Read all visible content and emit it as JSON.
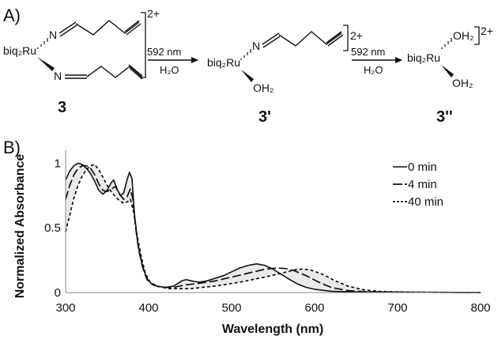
{
  "panel_a": {
    "label": "A)",
    "compounds": [
      {
        "id": "3",
        "metal": "biq₂Ru",
        "charge": "2+"
      },
      {
        "id": "3'",
        "metal": "biq₂Ru",
        "charge": "2+",
        "ligand": "OH₂"
      },
      {
        "id": "3''",
        "metal": "biq₂Ru",
        "charge": "2+",
        "ligands": [
          "OH₂",
          "OH₂"
        ]
      }
    ],
    "nitrogen_label": "N",
    "reactions": [
      {
        "wavelength": "592 nm",
        "reagent": "H₂O"
      },
      {
        "wavelength": "592 nm",
        "reagent": "H₂O"
      }
    ]
  },
  "panel_b": {
    "label": "B)"
  },
  "chart_data": {
    "type": "line",
    "xlabel": "Wavelength (nm)",
    "ylabel": "Normalized Absorbance",
    "xlim": [
      300,
      800
    ],
    "ylim": [
      0,
      1.1
    ],
    "x_ticks": [
      300,
      400,
      500,
      600,
      700,
      800
    ],
    "y_ticks": [
      {
        "value": 0,
        "label": "0"
      },
      {
        "value": 0.5,
        "label": "0.5"
      },
      {
        "value": 1,
        "label": "1"
      }
    ],
    "grid": false,
    "legend": "top-right",
    "series": [
      {
        "name": "0 min",
        "style": "solid",
        "points": [
          [
            300,
            0.87
          ],
          [
            305,
            0.94
          ],
          [
            310,
            0.98
          ],
          [
            315,
            1.0
          ],
          [
            320,
            0.99
          ],
          [
            325,
            0.96
          ],
          [
            330,
            0.92
          ],
          [
            335,
            0.86
          ],
          [
            340,
            0.79
          ],
          [
            345,
            0.76
          ],
          [
            350,
            0.79
          ],
          [
            355,
            0.85
          ],
          [
            358,
            0.87
          ],
          [
            362,
            0.8
          ],
          [
            366,
            0.75
          ],
          [
            370,
            0.77
          ],
          [
            374,
            0.87
          ],
          [
            377,
            0.93
          ],
          [
            380,
            0.88
          ],
          [
            383,
            0.6
          ],
          [
            387,
            0.38
          ],
          [
            392,
            0.22
          ],
          [
            397,
            0.12
          ],
          [
            403,
            0.07
          ],
          [
            410,
            0.05
          ],
          [
            420,
            0.04
          ],
          [
            430,
            0.05
          ],
          [
            440,
            0.09
          ],
          [
            445,
            0.1
          ],
          [
            452,
            0.09
          ],
          [
            460,
            0.08
          ],
          [
            470,
            0.09
          ],
          [
            480,
            0.11
          ],
          [
            490,
            0.13
          ],
          [
            500,
            0.16
          ],
          [
            510,
            0.19
          ],
          [
            520,
            0.21
          ],
          [
            530,
            0.222
          ],
          [
            540,
            0.21
          ],
          [
            550,
            0.18
          ],
          [
            560,
            0.14
          ],
          [
            570,
            0.1
          ],
          [
            580,
            0.065
          ],
          [
            590,
            0.04
          ],
          [
            600,
            0.025
          ],
          [
            620,
            0.01
          ],
          [
            650,
            0.005
          ],
          [
            700,
            0.003
          ],
          [
            800,
            0.0
          ]
        ]
      },
      {
        "name": "4 min",
        "style": "long-dash",
        "points": [
          [
            300,
            0.72
          ],
          [
            305,
            0.83
          ],
          [
            310,
            0.91
          ],
          [
            315,
            0.96
          ],
          [
            320,
            0.98
          ],
          [
            325,
            0.98
          ],
          [
            330,
            0.96
          ],
          [
            335,
            0.91
          ],
          [
            340,
            0.84
          ],
          [
            345,
            0.79
          ],
          [
            350,
            0.78
          ],
          [
            355,
            0.8
          ],
          [
            360,
            0.82
          ],
          [
            365,
            0.76
          ],
          [
            370,
            0.72
          ],
          [
            374,
            0.74
          ],
          [
            378,
            0.8
          ],
          [
            381,
            0.72
          ],
          [
            384,
            0.52
          ],
          [
            388,
            0.33
          ],
          [
            393,
            0.19
          ],
          [
            398,
            0.1
          ],
          [
            405,
            0.06
          ],
          [
            415,
            0.04
          ],
          [
            430,
            0.04
          ],
          [
            445,
            0.06
          ],
          [
            460,
            0.07
          ],
          [
            480,
            0.09
          ],
          [
            500,
            0.12
          ],
          [
            520,
            0.15
          ],
          [
            540,
            0.18
          ],
          [
            555,
            0.19
          ],
          [
            565,
            0.185
          ],
          [
            575,
            0.17
          ],
          [
            590,
            0.13
          ],
          [
            605,
            0.08
          ],
          [
            620,
            0.04
          ],
          [
            640,
            0.015
          ],
          [
            660,
            0.007
          ],
          [
            700,
            0.003
          ],
          [
            800,
            0.0
          ]
        ]
      },
      {
        "name": "40 min",
        "style": "dash",
        "points": [
          [
            300,
            0.47
          ],
          [
            305,
            0.6
          ],
          [
            310,
            0.73
          ],
          [
            315,
            0.83
          ],
          [
            320,
            0.9
          ],
          [
            325,
            0.95
          ],
          [
            330,
            0.98
          ],
          [
            335,
            0.99
          ],
          [
            340,
            0.95
          ],
          [
            345,
            0.89
          ],
          [
            350,
            0.83
          ],
          [
            355,
            0.78
          ],
          [
            360,
            0.74
          ],
          [
            365,
            0.71
          ],
          [
            370,
            0.69
          ],
          [
            374,
            0.7
          ],
          [
            378,
            0.72
          ],
          [
            382,
            0.62
          ],
          [
            386,
            0.45
          ],
          [
            391,
            0.28
          ],
          [
            396,
            0.15
          ],
          [
            402,
            0.08
          ],
          [
            410,
            0.05
          ],
          [
            425,
            0.03
          ],
          [
            450,
            0.03
          ],
          [
            480,
            0.05
          ],
          [
            510,
            0.08
          ],
          [
            540,
            0.12
          ],
          [
            560,
            0.15
          ],
          [
            575,
            0.175
          ],
          [
            585,
            0.182
          ],
          [
            595,
            0.175
          ],
          [
            610,
            0.14
          ],
          [
            625,
            0.09
          ],
          [
            640,
            0.05
          ],
          [
            660,
            0.02
          ],
          [
            680,
            0.008
          ],
          [
            720,
            0.003
          ],
          [
            800,
            0.0
          ]
        ]
      }
    ]
  }
}
